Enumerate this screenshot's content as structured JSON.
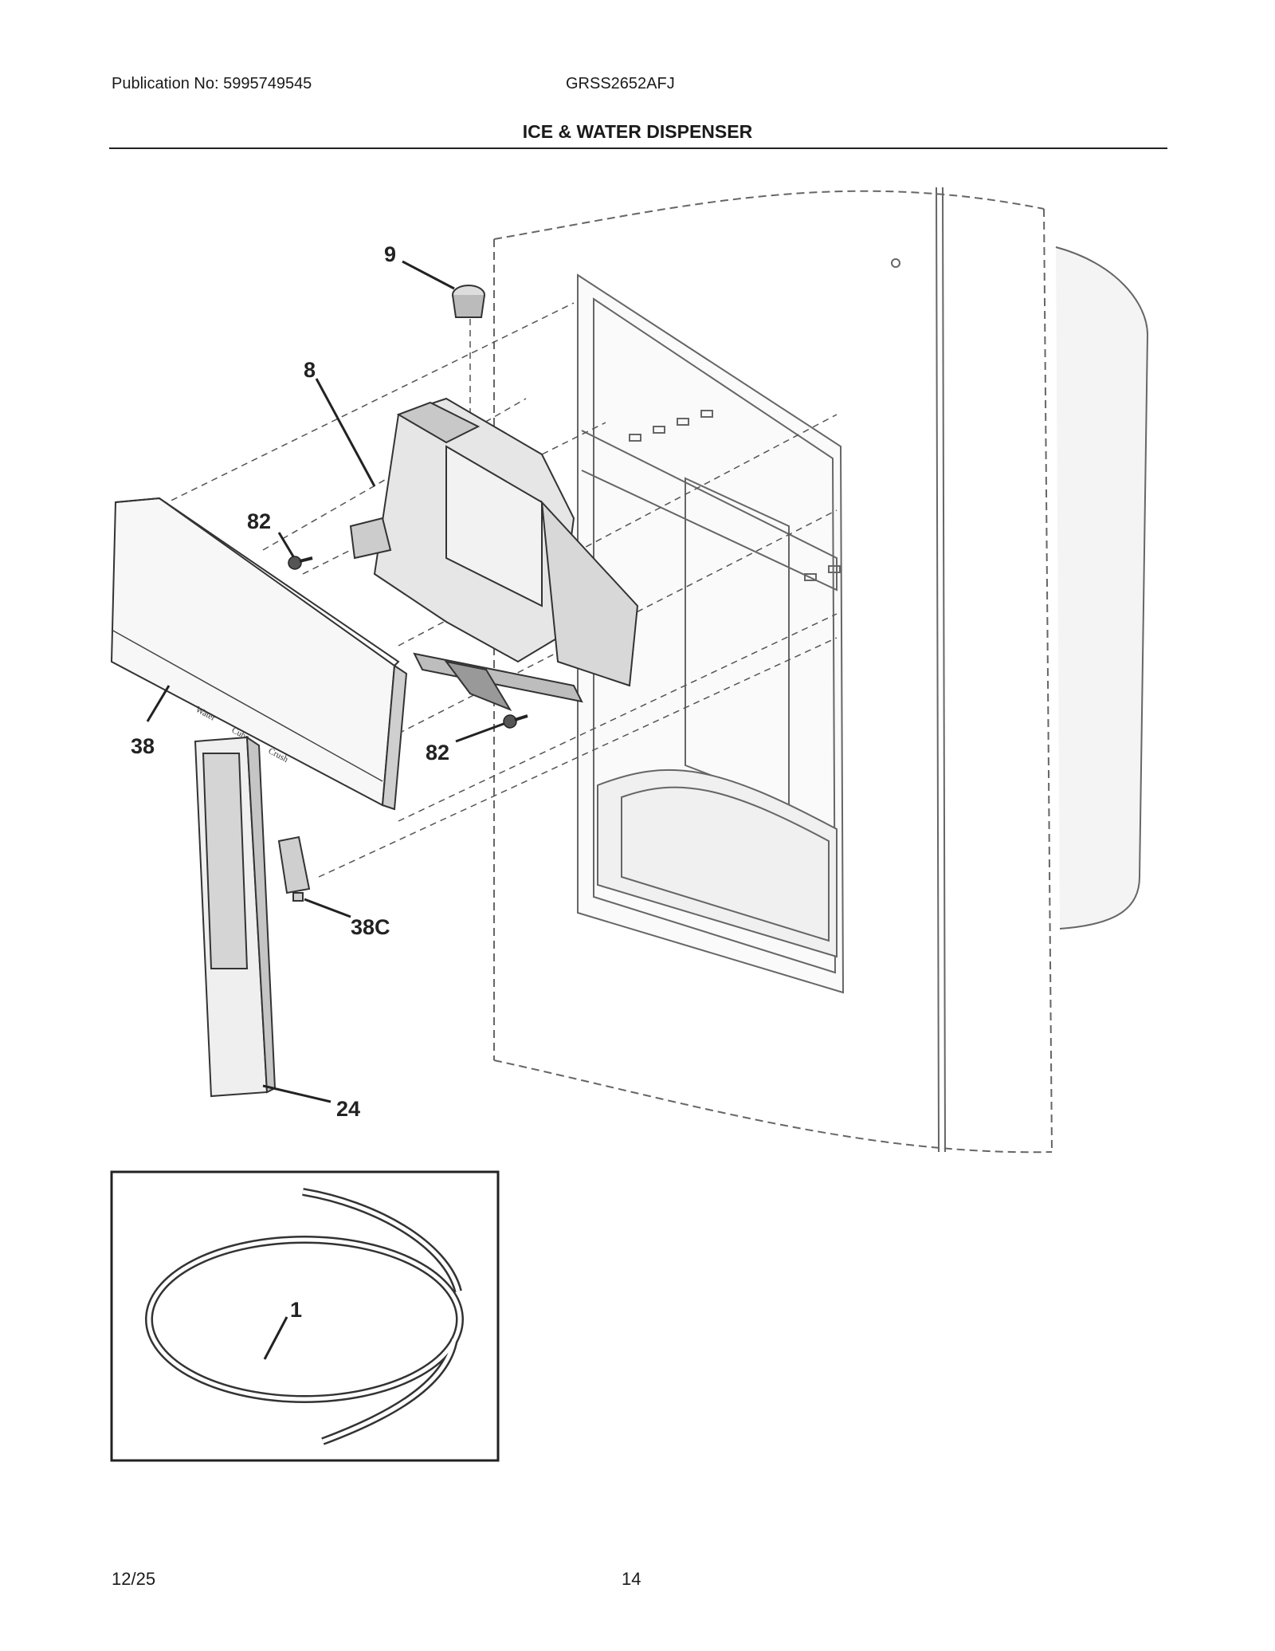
{
  "header": {
    "publication": "Publication No: 5995749545",
    "model": "GRSS2652AFJ"
  },
  "title": "ICE & WATER DISPENSER",
  "footer": {
    "date": "12/25",
    "page": "14"
  },
  "callouts": {
    "c9": "9",
    "c8": "8",
    "c82a": "82",
    "c82b": "82",
    "c38": "38",
    "c38c": "38C",
    "c24": "24",
    "c1": "1"
  },
  "panel_labels": {
    "water": "Water",
    "cube": "Cube",
    "crush": "Crush"
  }
}
